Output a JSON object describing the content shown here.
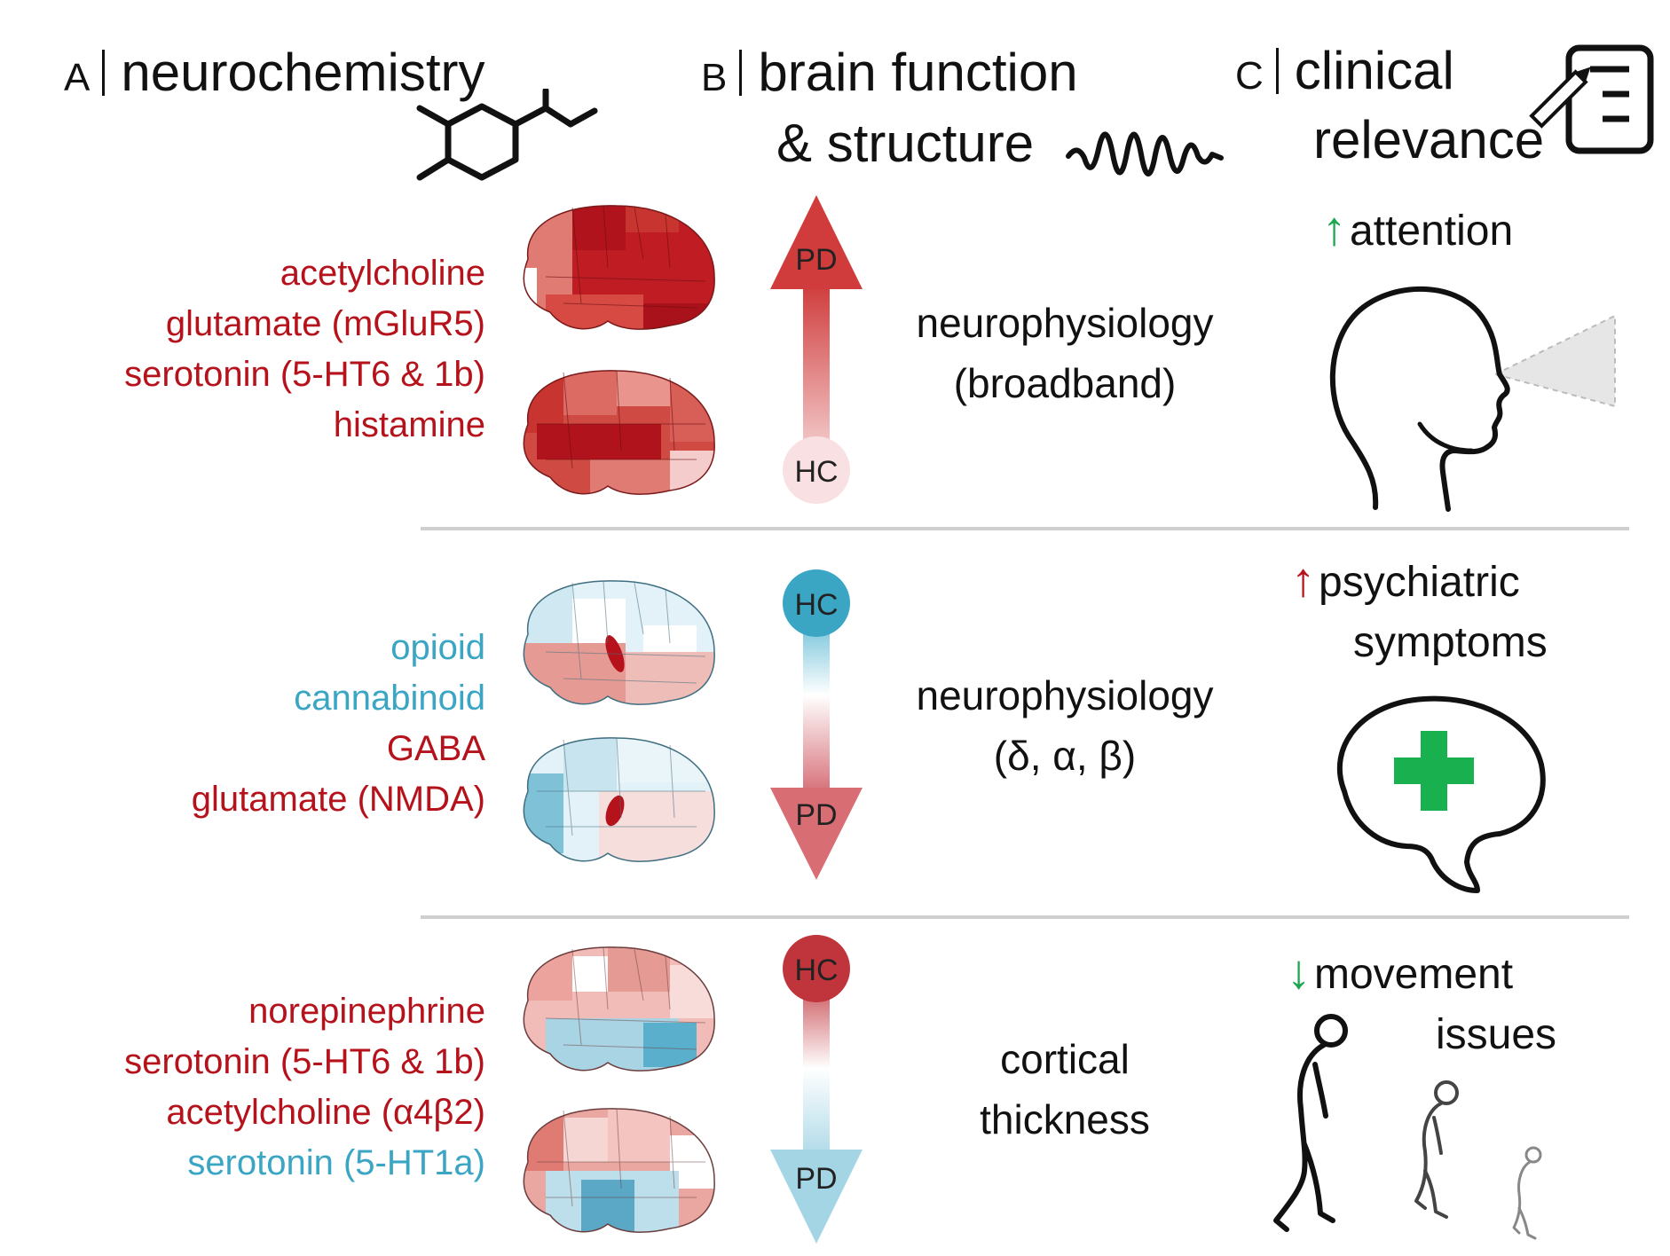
{
  "colors": {
    "red": "#b5121b",
    "blue": "#3aa6c4",
    "green": "#19a64f",
    "divider": "#cfcfcf"
  },
  "headers": {
    "a": {
      "letter": "A",
      "title": "neurochemistry"
    },
    "b": {
      "letter": "B",
      "line1": "brain function",
      "line2": "& structure"
    },
    "c": {
      "letter": "C",
      "line1": "clinical",
      "line2": "relevance"
    }
  },
  "rows": [
    {
      "neuro": [
        {
          "text": "acetylcholine",
          "color": "red"
        },
        {
          "text": "glutamate (mGluR5)",
          "color": "red"
        },
        {
          "text": "serotonin (5-HT6 & 1b)",
          "color": "red"
        },
        {
          "text": "histamine",
          "color": "red"
        }
      ],
      "arrow": {
        "top": "PD",
        "bottom": "HC"
      },
      "measure": {
        "line1": "neurophysiology",
        "line2": "(broadband)"
      },
      "clinical": {
        "direction": "up",
        "arrow_color": "green",
        "line1": "attention",
        "line2": "",
        "icon": "head-icon"
      }
    },
    {
      "neuro": [
        {
          "text": "opioid",
          "color": "blue"
        },
        {
          "text": "cannabinoid",
          "color": "blue"
        },
        {
          "text": "GABA",
          "color": "red"
        },
        {
          "text": "glutamate (NMDA)",
          "color": "red"
        }
      ],
      "arrow": {
        "top": "HC",
        "bottom": "PD"
      },
      "measure": {
        "line1": "neurophysiology",
        "line2": "(δ, α, β)"
      },
      "clinical": {
        "direction": "up",
        "arrow_color": "red",
        "line1": "psychiatric",
        "line2": "symptoms",
        "icon": "brain-cross-icon"
      }
    },
    {
      "neuro": [
        {
          "text": "norepinephrine",
          "color": "red"
        },
        {
          "text": "serotonin (5-HT6 & 1b)",
          "color": "red"
        },
        {
          "text": "acetylcholine (α4β2)",
          "color": "red"
        },
        {
          "text": "serotonin (5-HT1a)",
          "color": "blue"
        }
      ],
      "arrow": {
        "top": "HC",
        "bottom": "PD"
      },
      "measure": {
        "line1": "cortical",
        "line2": "thickness"
      },
      "clinical": {
        "direction": "down",
        "arrow_color": "green",
        "line1": "movement",
        "line2": "issues",
        "icon": "walking-figures-icon"
      }
    }
  ]
}
